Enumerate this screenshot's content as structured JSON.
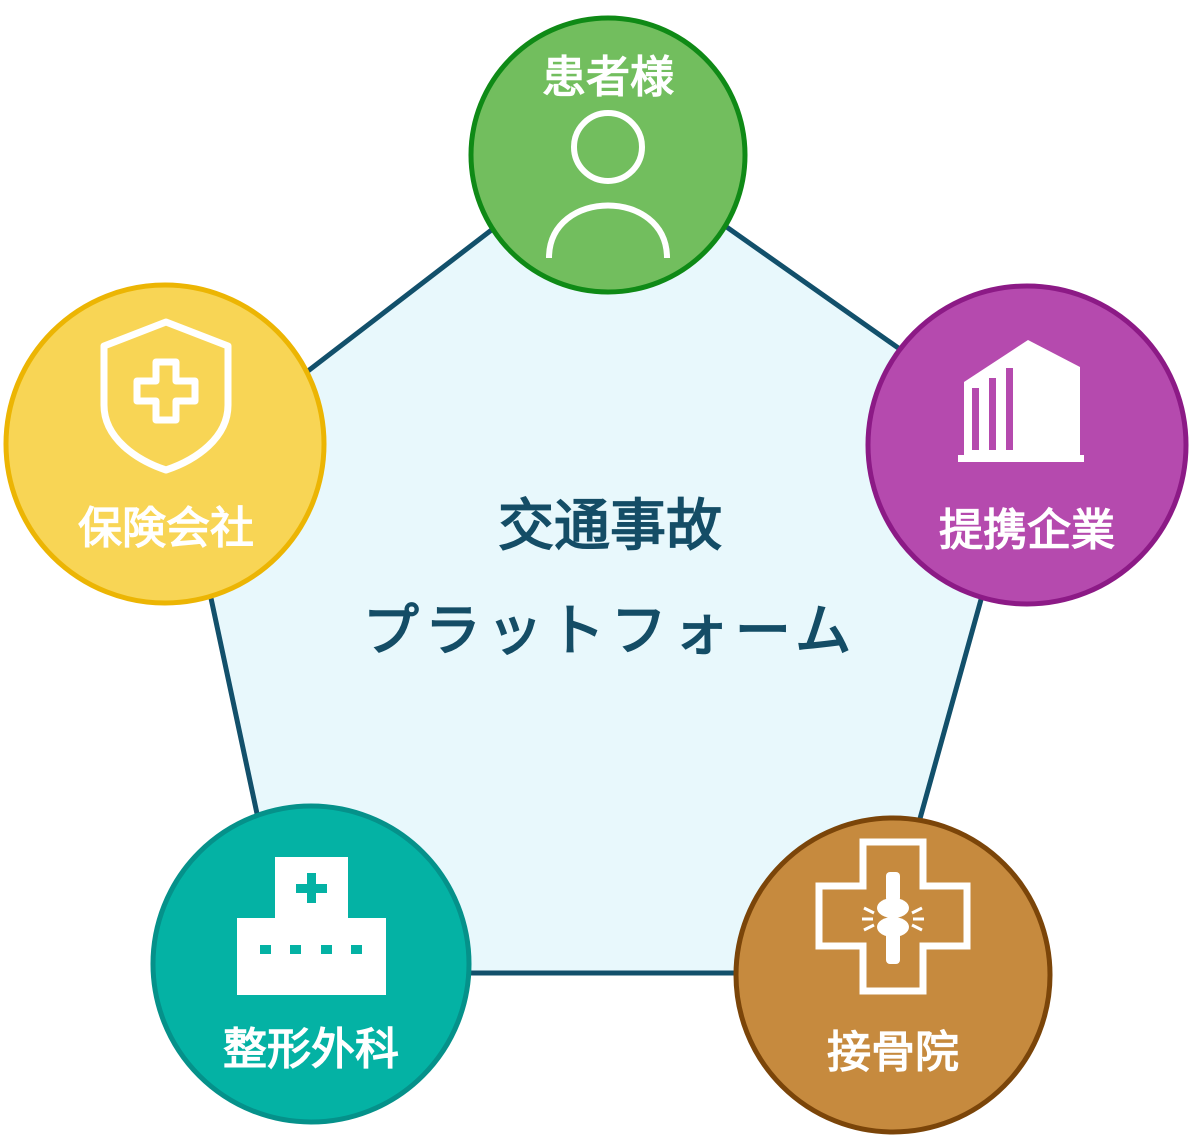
{
  "center": {
    "line1": "交通事故",
    "line2": "プラットフォーム",
    "text_color": "#144d66",
    "fill": "#e8f8fc",
    "stroke": "#12506b"
  },
  "nodes": [
    {
      "id": "patient",
      "label": "患者様",
      "icon": "person-icon",
      "fill": "#72be5e",
      "stroke": "#0f8a16"
    },
    {
      "id": "partner",
      "label": "提携企業",
      "icon": "building-icon",
      "fill": "#b54aae",
      "stroke": "#8c1a86"
    },
    {
      "id": "bonesetter",
      "label": "接骨院",
      "icon": "bone-cross-icon",
      "fill": "#c68a3e",
      "stroke": "#7b4509"
    },
    {
      "id": "orthopedics",
      "label": "整形外科",
      "icon": "hospital-icon",
      "fill": "#04b2a4",
      "stroke": "#05918a"
    },
    {
      "id": "insurance",
      "label": "保険会社",
      "icon": "shield-cross-icon",
      "fill": "#f8d555",
      "stroke": "#ecb503"
    }
  ]
}
